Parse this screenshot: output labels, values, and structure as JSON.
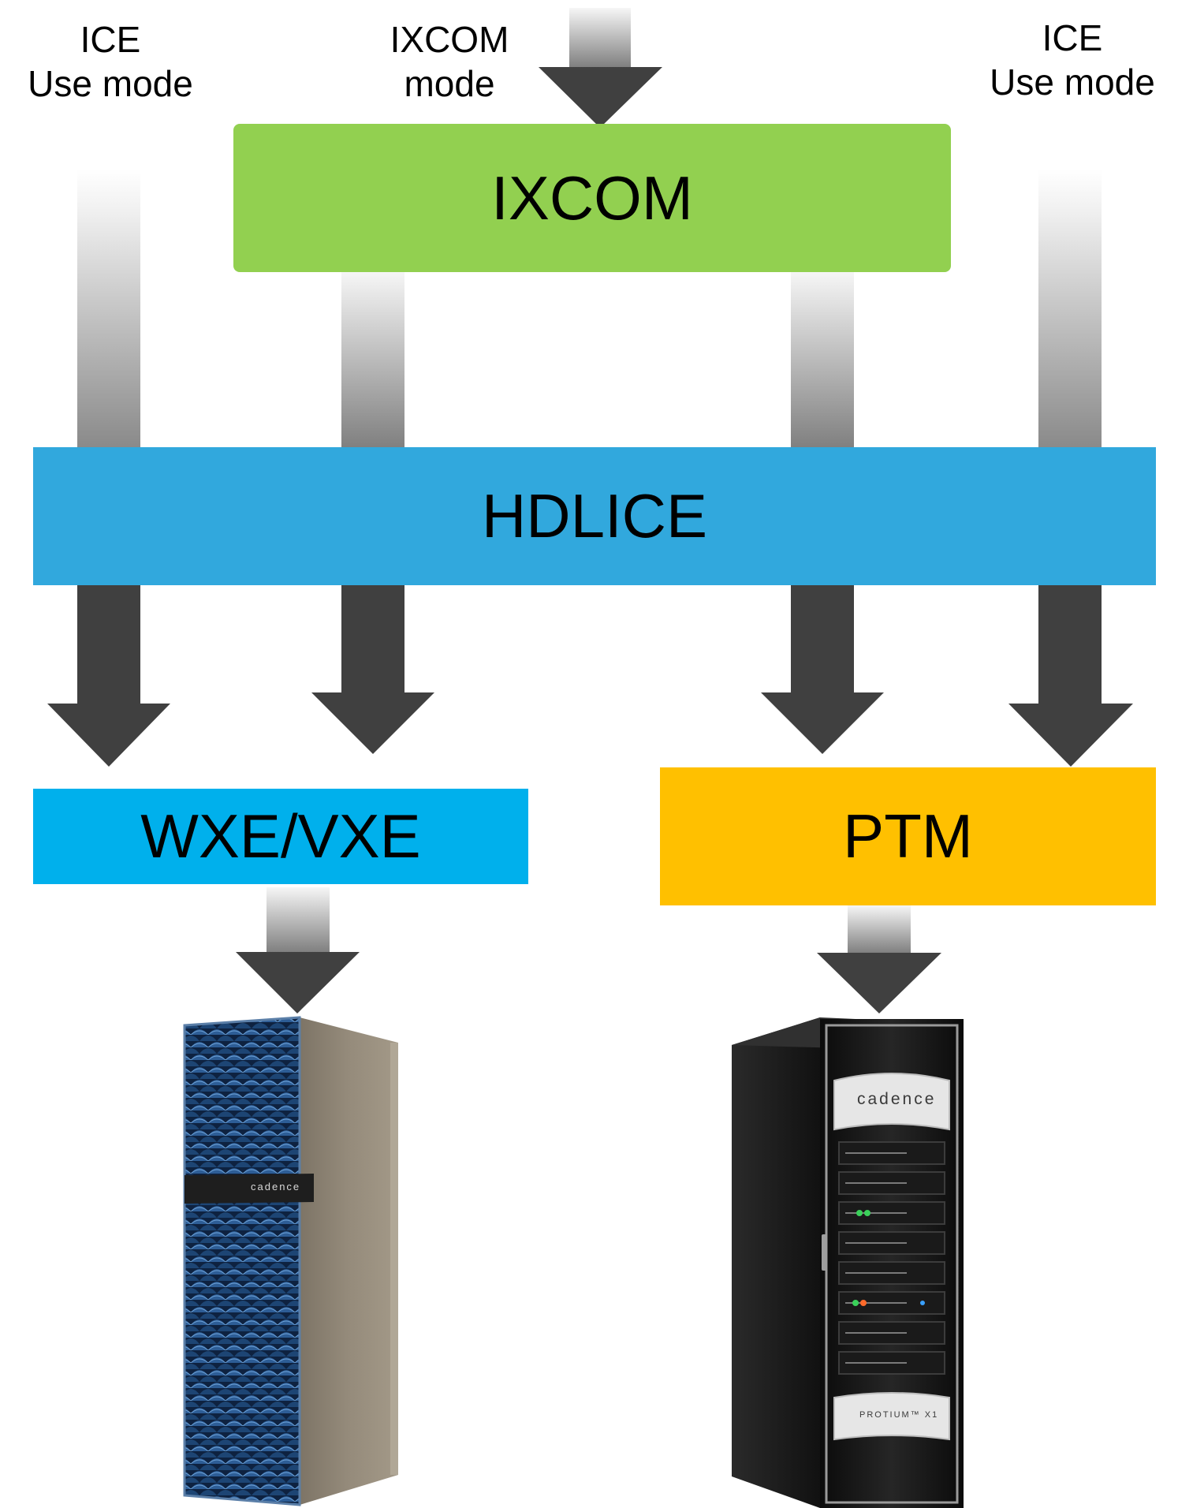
{
  "labels": {
    "ice_left_line1": "ICE",
    "ice_left_line2": "Use mode",
    "ixcom_mode_line1": "IXCOM",
    "ixcom_mode_line2": "mode",
    "ice_right_line1": "ICE",
    "ice_right_line2": "Use mode"
  },
  "boxes": {
    "ixcom": {
      "label": "IXCOM",
      "color": "#92d050"
    },
    "hdlice": {
      "label": "HDLICE",
      "color": "#31a8dd"
    },
    "wxe": {
      "label": "WXE/VXE",
      "color": "#00b0ec"
    },
    "ptm": {
      "label": "PTM",
      "color": "#ffc000"
    }
  },
  "hardware": {
    "left": {
      "brand": "cadence"
    },
    "right": {
      "brand": "cadence",
      "model": "PROTIUM™ X1"
    }
  },
  "colors": {
    "arrow": "#404040",
    "fade_start": "#f2f2f2",
    "fade_end": "#8c8c8c"
  }
}
